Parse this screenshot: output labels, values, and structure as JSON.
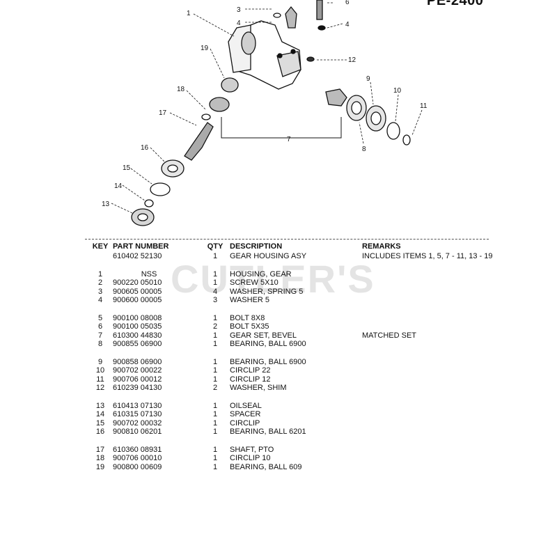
{
  "model_id": "PE-2400",
  "watermark": "CUTLER'S",
  "diagram": {
    "callouts": [
      "1",
      "3",
      "4",
      "4",
      "6",
      "7",
      "8",
      "9",
      "10",
      "11",
      "12",
      "13",
      "14",
      "15",
      "16",
      "17",
      "18",
      "19"
    ]
  },
  "table": {
    "headers": {
      "key": "KEY",
      "part": "PART NUMBER",
      "qty": "QTY",
      "desc": "DESCRIPTION",
      "remarks": "REMARKS"
    },
    "rows": [
      {
        "key": "",
        "part": "610402 52130",
        "qty": "1",
        "desc": "GEAR  HOUSING ASY",
        "remarks": "INCLUDES ITEMS 1, 5, 7 - 11, 13 - 19"
      },
      {
        "gap": true
      },
      {
        "key": "1",
        "part": "NSS",
        "qty": "1",
        "desc": "HOUSING, GEAR",
        "remarks": ""
      },
      {
        "key": "2",
        "part": "900220 05010",
        "qty": "1",
        "desc": "SCREW  5X10",
        "remarks": ""
      },
      {
        "key": "3",
        "part": "900605 00005",
        "qty": "4",
        "desc": "WASHER, SPRING  5",
        "remarks": ""
      },
      {
        "key": "4",
        "part": "900600 00005",
        "qty": "3",
        "desc": "WASHER  5",
        "remarks": ""
      },
      {
        "gap": true
      },
      {
        "key": "5",
        "part": "900100 08008",
        "qty": "1",
        "desc": "BOLT  8X8",
        "remarks": ""
      },
      {
        "key": "6",
        "part": "900100 05035",
        "qty": "2",
        "desc": "BOLT  5X35",
        "remarks": ""
      },
      {
        "key": "7",
        "part": "610300 44830",
        "qty": "1",
        "desc": "GEAR SET, BEVEL",
        "remarks": "MATCHED SET"
      },
      {
        "key": "8",
        "part": "900855 06900",
        "qty": "1",
        "desc": "BEARING, BALL  6900",
        "remarks": ""
      },
      {
        "gap": true
      },
      {
        "key": "9",
        "part": "900858 06900",
        "qty": "1",
        "desc": "BEARING,  BALL  6900",
        "remarks": ""
      },
      {
        "key": "10",
        "part": "900702 00022",
        "qty": "1",
        "desc": "CIRCLIP  22",
        "remarks": ""
      },
      {
        "key": "11",
        "part": "900706 00012",
        "qty": "1",
        "desc": "CIRCLIP  12",
        "remarks": ""
      },
      {
        "key": "12",
        "part": "610239 04130",
        "qty": "2",
        "desc": "WASHER, SHIM",
        "remarks": ""
      },
      {
        "gap": true
      },
      {
        "key": "13",
        "part": "610413 07130",
        "qty": "1",
        "desc": "OILSEAL",
        "remarks": ""
      },
      {
        "key": "14",
        "part": "610315 07130",
        "qty": "1",
        "desc": "SPACER",
        "remarks": ""
      },
      {
        "key": "15",
        "part": "900702 00032",
        "qty": "1",
        "desc": "CIRCLIP",
        "remarks": ""
      },
      {
        "key": "16",
        "part": "900810 06201",
        "qty": "1",
        "desc": "BEARING, BALL  6201",
        "remarks": ""
      },
      {
        "gap": true
      },
      {
        "key": "17",
        "part": "610360 08931",
        "qty": "1",
        "desc": "SHAFT, PTO",
        "remarks": ""
      },
      {
        "key": "18",
        "part": "900706 00010",
        "qty": "1",
        "desc": "CIRCLIP  10",
        "remarks": ""
      },
      {
        "key": "19",
        "part": "900800 00609",
        "qty": "1",
        "desc": "BEARING, BALL 609",
        "remarks": ""
      }
    ]
  }
}
